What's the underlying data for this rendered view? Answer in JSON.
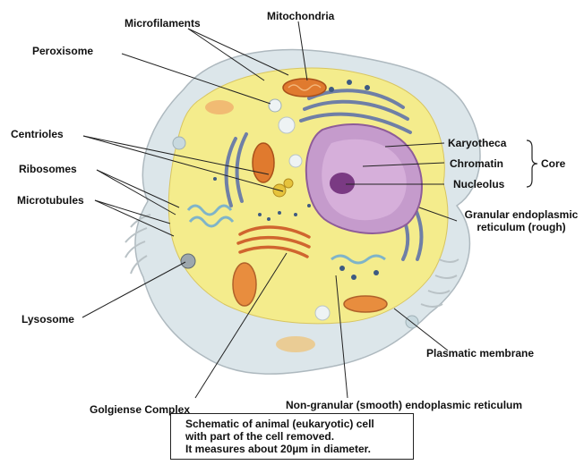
{
  "labels": {
    "microfilaments": "Microfilaments",
    "mitochondria": "Mitochondria",
    "peroxisome": "Peroxisome",
    "centrioles": "Centrioles",
    "ribosomes": "Ribosomes",
    "microtubules": "Microtubules",
    "lysosome": "Lysosome",
    "karyotheca": "Karyotheca",
    "chromatin": "Chromatin",
    "nucleolus": "Nucleolus",
    "core": "Core",
    "granular_er_line1": "Granular endoplasmic",
    "granular_er_line2": "reticulum (rough)",
    "plasmatic_membrane": "Plasmatic membrane",
    "golgi": "Golgiense Complex",
    "smooth_er": "Non-granular (smooth) endoplasmic reticulum"
  },
  "caption": {
    "line1": "Schematic of animal (eukaryotic) cell",
    "line2": "with part of the cell removed.",
    "line3": "It measures about 20µm in diameter."
  }
}
